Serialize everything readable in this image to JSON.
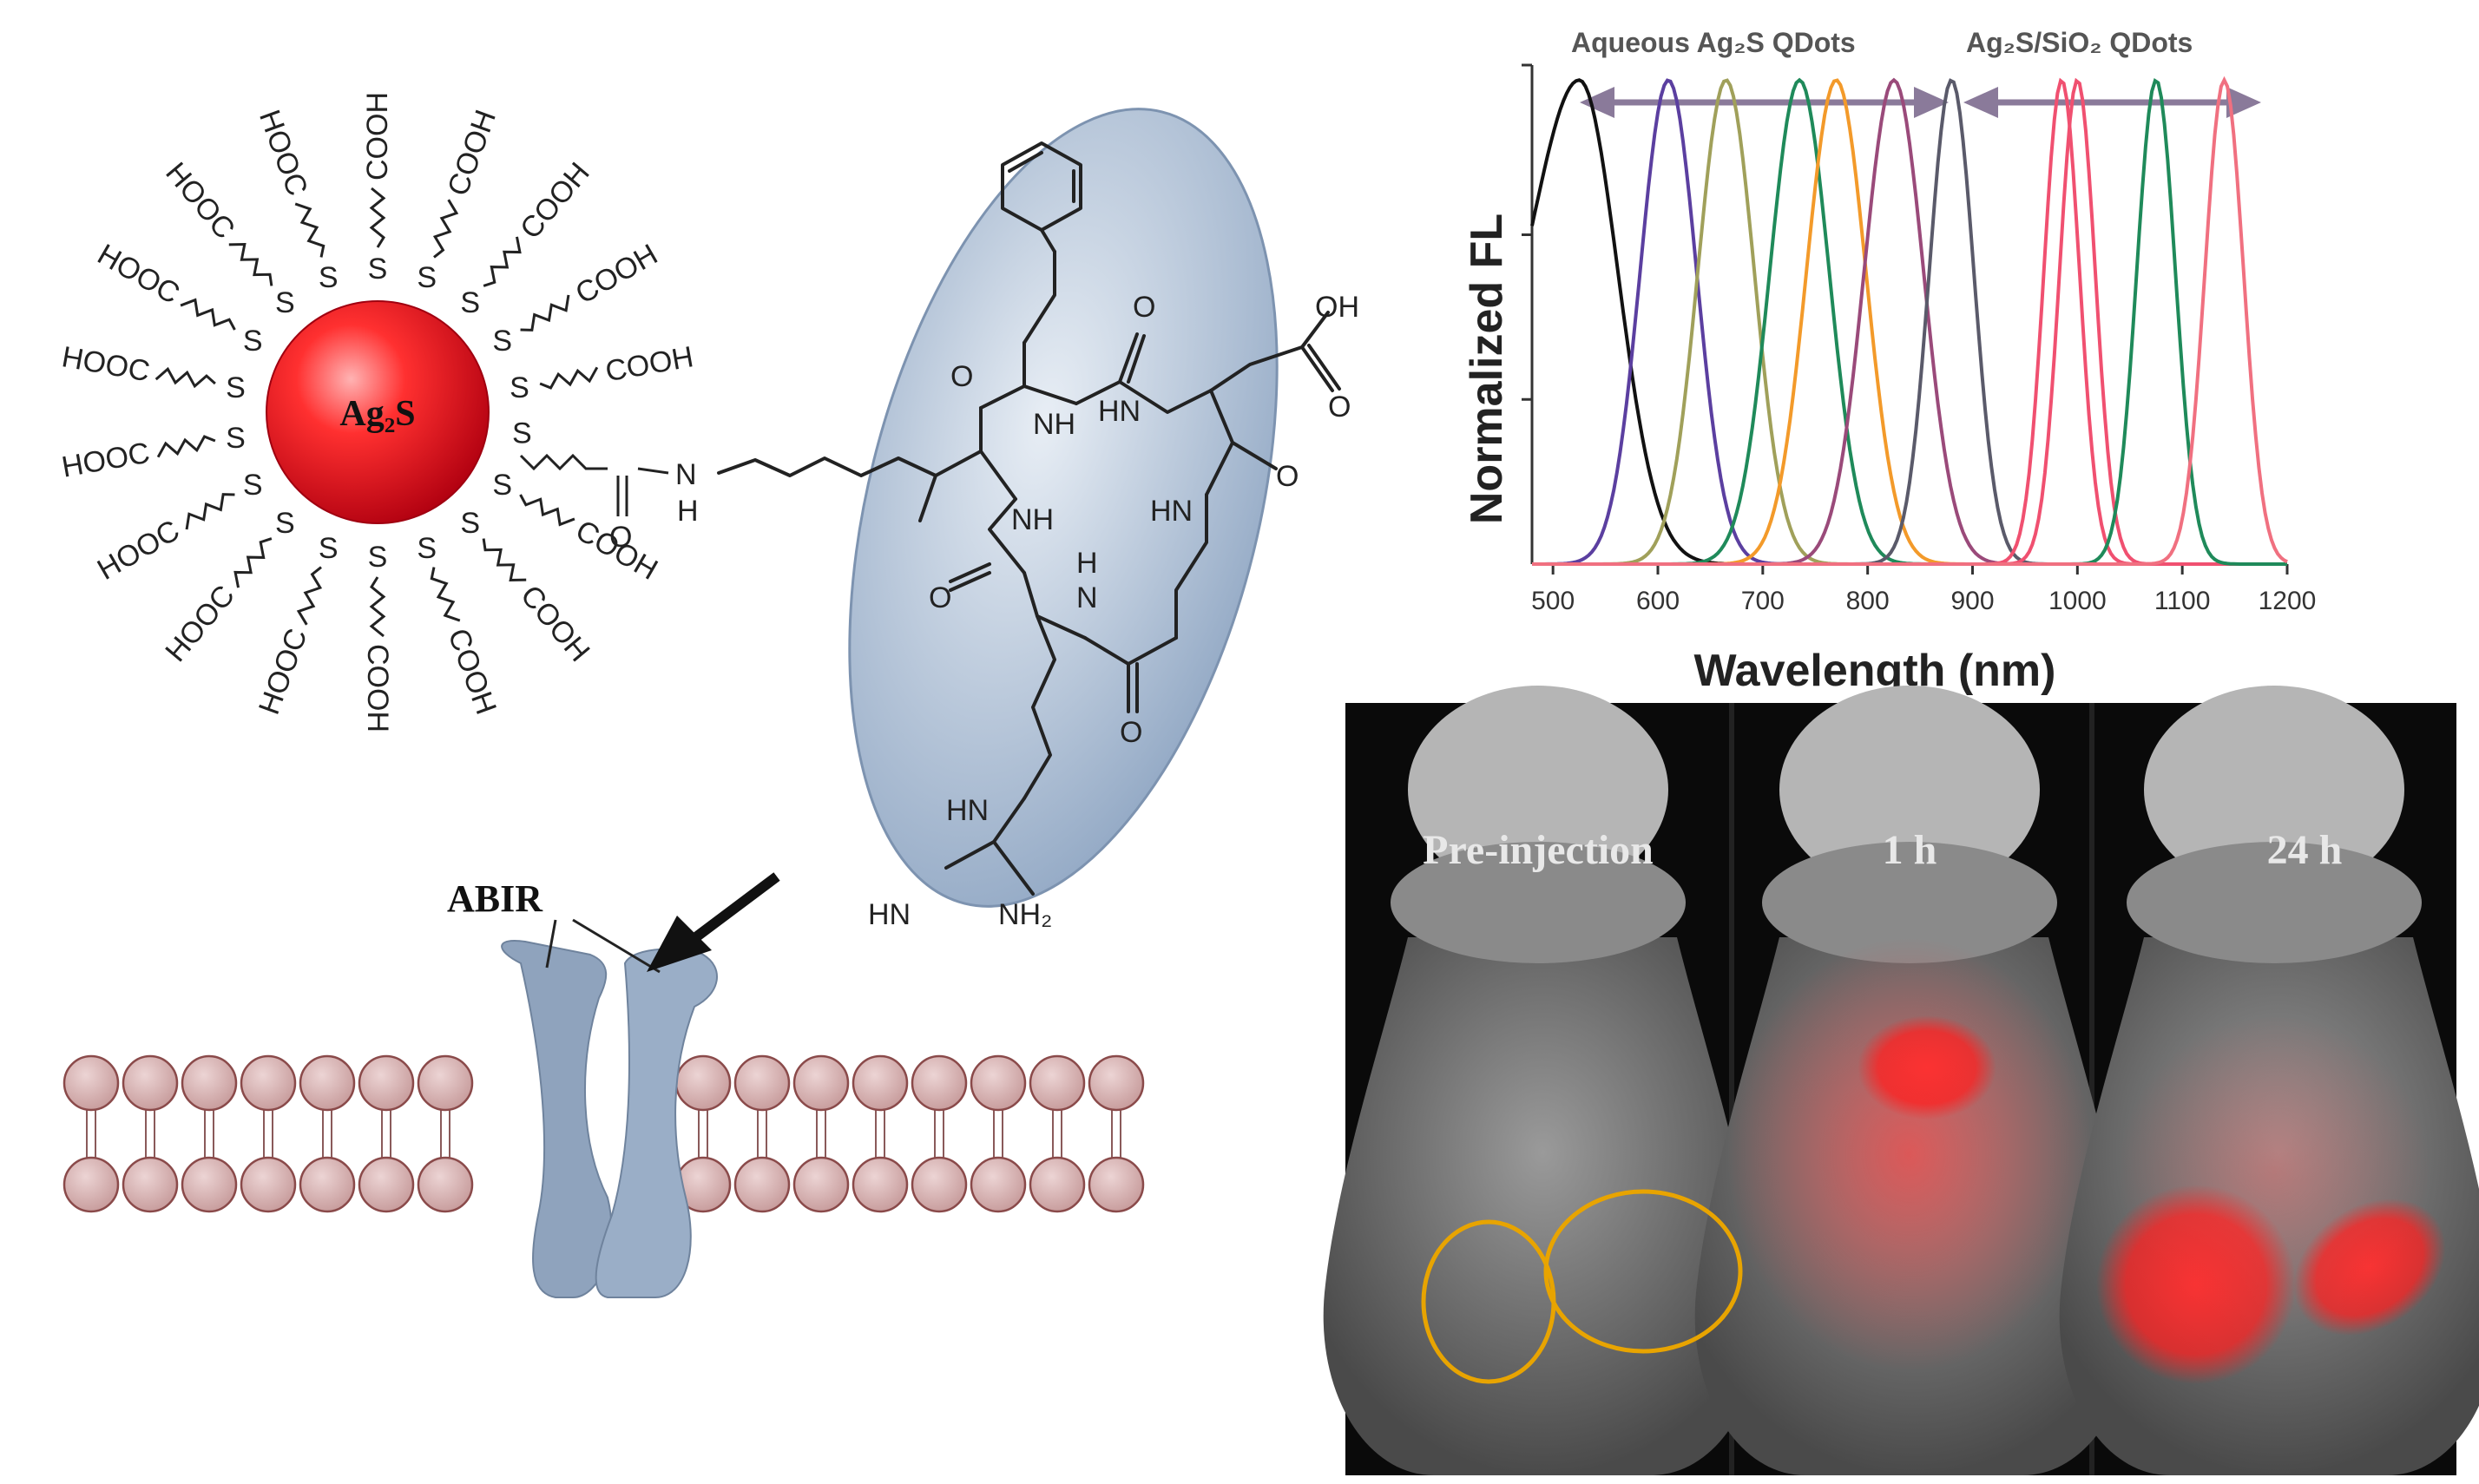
{
  "nanoparticle": {
    "core_label": "Ag₂S",
    "core_color": "#e8101a",
    "ligand_cooh": "COOH",
    "ligand_hooc": "HOOC",
    "sulfur": "S",
    "linker_o": "O",
    "linker_h": "H",
    "linker_n": "N"
  },
  "peptide": {
    "oh": "OH",
    "o": "O",
    "nh": "NH",
    "hn": "HN",
    "n": "N",
    "h": "H",
    "nh2": "NH₂",
    "ellipse_color": "#a9bdd3"
  },
  "membrane": {
    "receptor_label": "ABIR",
    "receptor_color": "#8fa3bd",
    "lipid_color": "#d6b3b3"
  },
  "spectrum": {
    "title_left": "Aqueous Ag₂S QDots",
    "title_right": "Ag₂S/SiO₂ QDots",
    "colors": [
      "#111111",
      "#5b3fa0",
      "#a0a05a",
      "#1f8a5a",
      "#f39a2a",
      "#9a4a7a",
      "#5a5a6a",
      "#f05070",
      "#f05070",
      "#1f8a5a",
      "#f07080"
    ]
  },
  "chart_data": {
    "type": "line",
    "xlabel": "Wavelength (nm)",
    "ylabel": "Normalized FL",
    "xlim": [
      480,
      1200
    ],
    "ylim": [
      0,
      1
    ],
    "xticks": [
      500,
      600,
      700,
      800,
      900,
      1000,
      1100,
      1200
    ],
    "series": [
      {
        "peak": 525,
        "width": 52
      },
      {
        "peak": 610,
        "width": 38
      },
      {
        "peak": 665,
        "width": 38
      },
      {
        "peak": 735,
        "width": 40
      },
      {
        "peak": 770,
        "width": 40
      },
      {
        "peak": 825,
        "width": 40
      },
      {
        "peak": 880,
        "width": 30
      },
      {
        "peak": 985,
        "width": 24
      },
      {
        "peak": 1000,
        "width": 24
      },
      {
        "peak": 1075,
        "width": 26
      },
      {
        "peak": 1140,
        "width": 26
      }
    ]
  },
  "mouse_images": {
    "labels": [
      "Pre-injection",
      "1 h",
      "24 h"
    ],
    "tumor_color": "#ff2a2a",
    "circle_color": "#e8a400"
  }
}
